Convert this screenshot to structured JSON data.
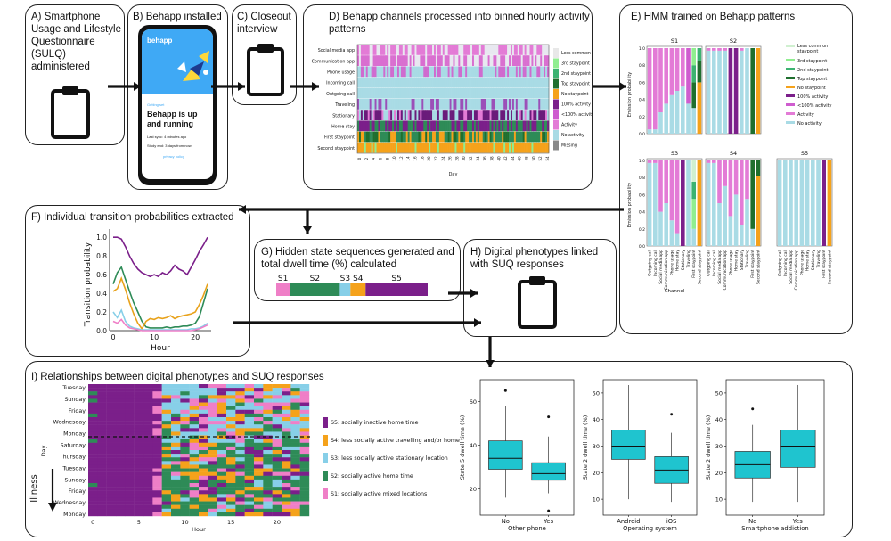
{
  "panels": {
    "a": {
      "title_lines": [
        "A) Smartphone",
        "Usage and Lifestyle",
        "Questionnaire",
        "(SULQ)",
        "administered"
      ]
    },
    "b": {
      "title": "B) Behapp installed",
      "phone": {
        "brand": "behapp",
        "tag": "Getting set",
        "heading_lines": [
          "Behapp is up",
          "and running"
        ],
        "line1": "Last sync: 4 minutes ago",
        "line2": "Study end: 3 days from now",
        "link": "privacy policy"
      }
    },
    "c": {
      "title_lines": [
        "C) Closeout",
        "interview"
      ]
    },
    "d": {
      "title_lines": [
        "D) Behapp channels processed into binned hourly activity",
        "patterns"
      ],
      "channels": [
        "Social media app",
        "Communication app",
        "Phone usage",
        "Incoming call",
        "Outgoing call",
        "Traveling",
        "Stationary",
        "Home stay",
        "First staypoint",
        "Second staypoint"
      ],
      "legend": [
        "Less common staypoint",
        "3rd staypoint",
        "2nd staypoint",
        "Top staypoint",
        "No staypoint",
        "100% activity",
        "<100% activity",
        "Activity",
        "No activity",
        "Missing"
      ],
      "xlabel": "Day",
      "ticks": [
        "0",
        "2",
        "4",
        "6",
        "8",
        "10",
        "12",
        "14",
        "16",
        "18",
        "20",
        "22",
        "24",
        "26",
        "28",
        "30",
        "32",
        "34",
        "36",
        "38",
        "40",
        "42",
        "44",
        "46",
        "48",
        "50",
        "52",
        "54"
      ]
    },
    "e": {
      "title": "E) HMM trained on Behapp patterns",
      "states": [
        "S1",
        "S2",
        "S3",
        "S4",
        "S5"
      ],
      "ylabel": "Emission probability",
      "xlabel": "Channel",
      "yticks": [
        "0.0",
        "0.2",
        "0.4",
        "0.6",
        "0.8",
        "1.0"
      ],
      "channels": [
        "Outgoing call",
        "Incoming call",
        "Social media app",
        "Communication app",
        "Phone usage",
        "Home stay",
        "Stationary",
        "Traveling",
        "First staypoint",
        "Second staypoint"
      ],
      "legend": [
        "Less common staypoint",
        "3rd staypoint",
        "2nd staypoint",
        "Top staypoint",
        "No staypoint",
        "100% activity",
        "<100% activity",
        "Activity",
        "No activity"
      ]
    },
    "f": {
      "title": "F) Individual transition probabilities extracted",
      "ylabel": "Transition probability",
      "xlabel": "Hour",
      "yticks": [
        "0.0",
        "0.2",
        "0.4",
        "0.6",
        "0.8",
        "1.0"
      ],
      "xticks": [
        "0",
        "10",
        "20"
      ]
    },
    "g": {
      "title_lines": [
        "G) Hidden state sequences generated and",
        "total dwell time (%) calculated"
      ],
      "labels": [
        "S1",
        "S2",
        "S3",
        "S4",
        "S5"
      ]
    },
    "h": {
      "title_lines": [
        "H) Digital phenotypes linked",
        "with SUQ responses"
      ]
    },
    "i": {
      "title": "I) Relationships between digital phenotypes and SUQ responses",
      "days": [
        "Tuesday",
        "Sunday",
        "Friday",
        "Wednesday",
        "Monday",
        "Saturday",
        "Thursday",
        "Tuesday",
        "Sunday",
        "Friday",
        "Wednesday",
        "Monday"
      ],
      "day_label": "Day",
      "illness_label": "Illness",
      "xlabel": "Hour",
      "xticks": [
        "0",
        "5",
        "10",
        "15",
        "20"
      ],
      "legend": [
        "S5: socially inactive home time",
        "S4: less socially active travelling and/or home",
        "S3: less socially active stationary location",
        "S2: socially active home time",
        "S1: socially active mixed locations"
      ],
      "boxplots": [
        {
          "ylabel": "State 5 dwell time (%)",
          "xlabel": "Other phone",
          "groups": [
            "No",
            "Yes"
          ],
          "yticks": [
            "20",
            "40",
            "60"
          ]
        },
        {
          "ylabel": "State 2 dwell time (%)",
          "xlabel": "Operating system",
          "groups": [
            "Android",
            "iOS"
          ],
          "yticks": [
            "10",
            "20",
            "30",
            "40",
            "50"
          ]
        },
        {
          "ylabel": "State 2 dwell time (%)",
          "xlabel": "Smartphone addiction",
          "groups": [
            "No",
            "Yes"
          ],
          "yticks": [
            "10",
            "20",
            "30",
            "40",
            "50"
          ]
        }
      ]
    }
  },
  "colors": {
    "s1": "#ef7fc7",
    "s2": "#2e8b57",
    "s3": "#87cfe8",
    "s4": "#f5a21b",
    "s5": "#7b1f8a",
    "box": "#1fc4cf",
    "accent": "#3fa9f5"
  },
  "chart_data": [
    {
      "type": "line",
      "title": "F) Individual transition probabilities extracted",
      "xlabel": "Hour",
      "ylabel": "Transition probability",
      "ylim": [
        0,
        1.05
      ],
      "x": [
        0,
        1,
        2,
        3,
        4,
        5,
        6,
        7,
        8,
        9,
        10,
        11,
        12,
        13,
        14,
        15,
        16,
        17,
        18,
        19,
        20,
        21,
        22,
        23
      ],
      "series": [
        {
          "values": [
            1.0,
            1.0,
            0.98,
            0.9,
            0.8,
            0.72,
            0.66,
            0.62,
            0.6,
            0.58,
            0.6,
            0.58,
            0.62,
            0.6,
            0.64,
            0.7,
            0.66,
            0.64,
            0.6,
            0.68,
            0.76,
            0.85,
            0.92,
            1.0
          ]
        },
        {
          "values": [
            0.5,
            0.62,
            0.68,
            0.55,
            0.42,
            0.3,
            0.2,
            0.1,
            0.04,
            0.03,
            0.03,
            0.03,
            0.03,
            0.04,
            0.03,
            0.04,
            0.04,
            0.05,
            0.05,
            0.06,
            0.08,
            0.15,
            0.3,
            0.45
          ]
        },
        {
          "values": [
            0.42,
            0.45,
            0.56,
            0.44,
            0.3,
            0.18,
            0.08,
            0.02,
            0.1,
            0.13,
            0.12,
            0.14,
            0.13,
            0.14,
            0.16,
            0.13,
            0.15,
            0.16,
            0.17,
            0.18,
            0.2,
            0.28,
            0.38,
            0.5
          ]
        },
        {
          "values": [
            0.2,
            0.14,
            0.22,
            0.1,
            0.05,
            0.03,
            0.02,
            0.01,
            0.01,
            0.01,
            0.01,
            0.01,
            0.01,
            0.01,
            0.01,
            0.01,
            0.01,
            0.01,
            0.01,
            0.02,
            0.02,
            0.03,
            0.05,
            0.08
          ]
        },
        {
          "values": [
            0.1,
            0.08,
            0.12,
            0.06,
            0.03,
            0.02,
            0.01,
            0.0,
            0.0,
            0.0,
            0.0,
            0.0,
            0.0,
            0.0,
            0.0,
            0.0,
            0.0,
            0.0,
            0.0,
            0.0,
            0.01,
            0.02,
            0.04,
            0.06
          ]
        }
      ]
    },
    {
      "type": "bar",
      "title": "G) Hidden state sequences generated and total dwell time (%) calculated",
      "categories": [
        "S1",
        "S2",
        "S3",
        "S4",
        "S5"
      ],
      "values": [
        9,
        33,
        7,
        10,
        41
      ]
    },
    {
      "type": "box",
      "xlabel": "Other phone",
      "ylabel": "State 5 dwell time (%)",
      "ylim": [
        8,
        70
      ],
      "categories": [
        "No",
        "Yes"
      ],
      "boxes": [
        {
          "min": 16,
          "q1": 29,
          "median": 34,
          "q3": 42,
          "max": 58,
          "outliers": [
            65
          ]
        },
        {
          "min": 18,
          "q1": 24,
          "median": 27,
          "q3": 32,
          "max": 44,
          "outliers": [
            53,
            10
          ]
        }
      ]
    },
    {
      "type": "box",
      "xlabel": "Operating system",
      "ylabel": "State 2 dwell time (%)",
      "ylim": [
        4,
        55
      ],
      "categories": [
        "Android",
        "iOS"
      ],
      "boxes": [
        {
          "min": 10,
          "q1": 25,
          "median": 30,
          "q3": 36,
          "max": 53,
          "outliers": []
        },
        {
          "min": 9,
          "q1": 16,
          "median": 21,
          "q3": 26,
          "max": 35,
          "outliers": [
            42
          ]
        }
      ]
    },
    {
      "type": "box",
      "xlabel": "Smartphone addiction",
      "ylabel": "State 2 dwell time (%)",
      "ylim": [
        4,
        55
      ],
      "categories": [
        "No",
        "Yes"
      ],
      "boxes": [
        {
          "min": 9,
          "q1": 18,
          "median": 23,
          "q3": 28,
          "max": 38,
          "outliers": [
            44
          ]
        },
        {
          "min": 9,
          "q1": 22,
          "median": 30,
          "q3": 36,
          "max": 53,
          "outliers": []
        }
      ]
    }
  ]
}
